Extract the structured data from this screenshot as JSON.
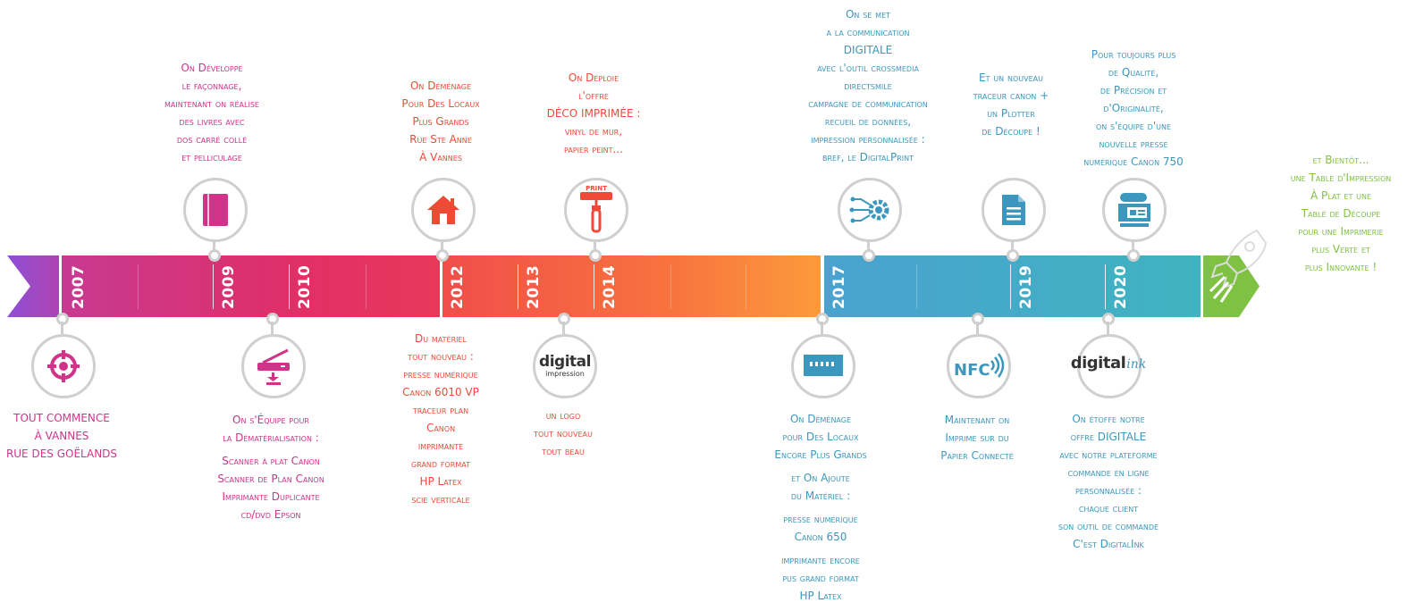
{
  "years": [
    "2007",
    "2009",
    "2010",
    "2012",
    "2013",
    "2014",
    "2017",
    "2019",
    "2020"
  ],
  "colors": {
    "pink": "#d1338a",
    "orange": "#ee4a36",
    "blue": "#3b97bd",
    "green": "#7fc243",
    "node_border": "#cfcfcf"
  },
  "icons": {
    "e2007": "target-icon",
    "e2009": "book-icon",
    "e2010": "scanner-icon",
    "e2012": "house-icon",
    "e2013": "digital-impression-logo",
    "e2014": "paint-roller-print-icon",
    "e2017a": "circuit-gear-icon",
    "e2017b": "large-format-printer-icon",
    "e2019a": "document-icon",
    "e2019b": "nfc-icon",
    "e2020a": "printing-press-icon",
    "e2020b": "digitalink-logo",
    "future": "rocket-icon"
  },
  "logos": {
    "digital_impression": {
      "word": "digital",
      "sub": "impression"
    },
    "digitalink": {
      "word": "digital",
      "sub": "ink"
    }
  },
  "events": {
    "e2007": [
      "TOUT COMMENCE",
      "À VANNES",
      "RUE DES GOËLANDS"
    ],
    "e2009": [
      "On Développe",
      "le façonnage,",
      "maintenant on réalise",
      "des livres avec",
      "dos carré collé",
      "et pelliculage"
    ],
    "e2010": [
      "On s'Équipe pour",
      "la Dématérialisation :",
      "Scanner à plat Canon",
      "Scanner de Plan Canon",
      "Imprimante Duplicante",
      "cd/dvd Epson"
    ],
    "e2012a": [
      "On Déménage",
      "Pour Des Locaux",
      "Plus Grands",
      "Rue Ste Anne",
      "À Vannes"
    ],
    "e2012b": [
      "Du matériel",
      "tout nouveau :",
      "presse numérique",
      "Canon 6010 VP",
      "traceur plan",
      "Canon",
      "imprimante",
      "grand format",
      "HP Latex",
      "scie verticale"
    ],
    "e2013": [
      "un logo",
      "tout nouveau",
      "tout beau"
    ],
    "e2014": [
      "On Déploie",
      "l'offre",
      "DÉCO IMPRIMÉE :",
      "vinyl de mur,",
      "papier peint..."
    ],
    "e2017a": [
      "On se met",
      "a la communication",
      "DIGITALE",
      "avec l'outil crossmedia",
      "directsmile",
      "campagne de communication",
      "recueil de données,",
      "impression personnalisée :",
      "bref, le DigitalPrint"
    ],
    "e2017b": [
      "On Déménage",
      "pour Des Locaux",
      "Encore Plus Grands",
      "et On Ajoute",
      "du Matériel :",
      "presse numérique",
      "Canon 650",
      "imprimante encore",
      "pus grand format",
      "HP Latex"
    ],
    "e2019a": [
      "Et un nouveau",
      "traceur canon +",
      "un Plotter",
      "de Découpe !"
    ],
    "e2019b": [
      "Maintenant on",
      "Imprime sur du",
      "Papier Connecté"
    ],
    "e2020a": [
      "Pour toujours plus",
      "de Qualité,",
      "de Précision et",
      "d'Originalité,",
      "on s'équipe d'une",
      "nouvelle presse",
      "numérique Canon 750"
    ],
    "e2020b": [
      "On étoffe notre",
      "offre DIGITALE",
      "avec notre plateforme",
      "commande en ligne",
      "personnalisée :",
      "chaque client",
      "son outil de commande",
      "C'est DigitalInk"
    ],
    "future": [
      "et Bientôt...",
      "une Table d'Impression",
      "À Plat et une",
      "Table de Découpe",
      "pour une Imprimerie",
      "plus Verte et",
      "plus Innovante !"
    ]
  }
}
